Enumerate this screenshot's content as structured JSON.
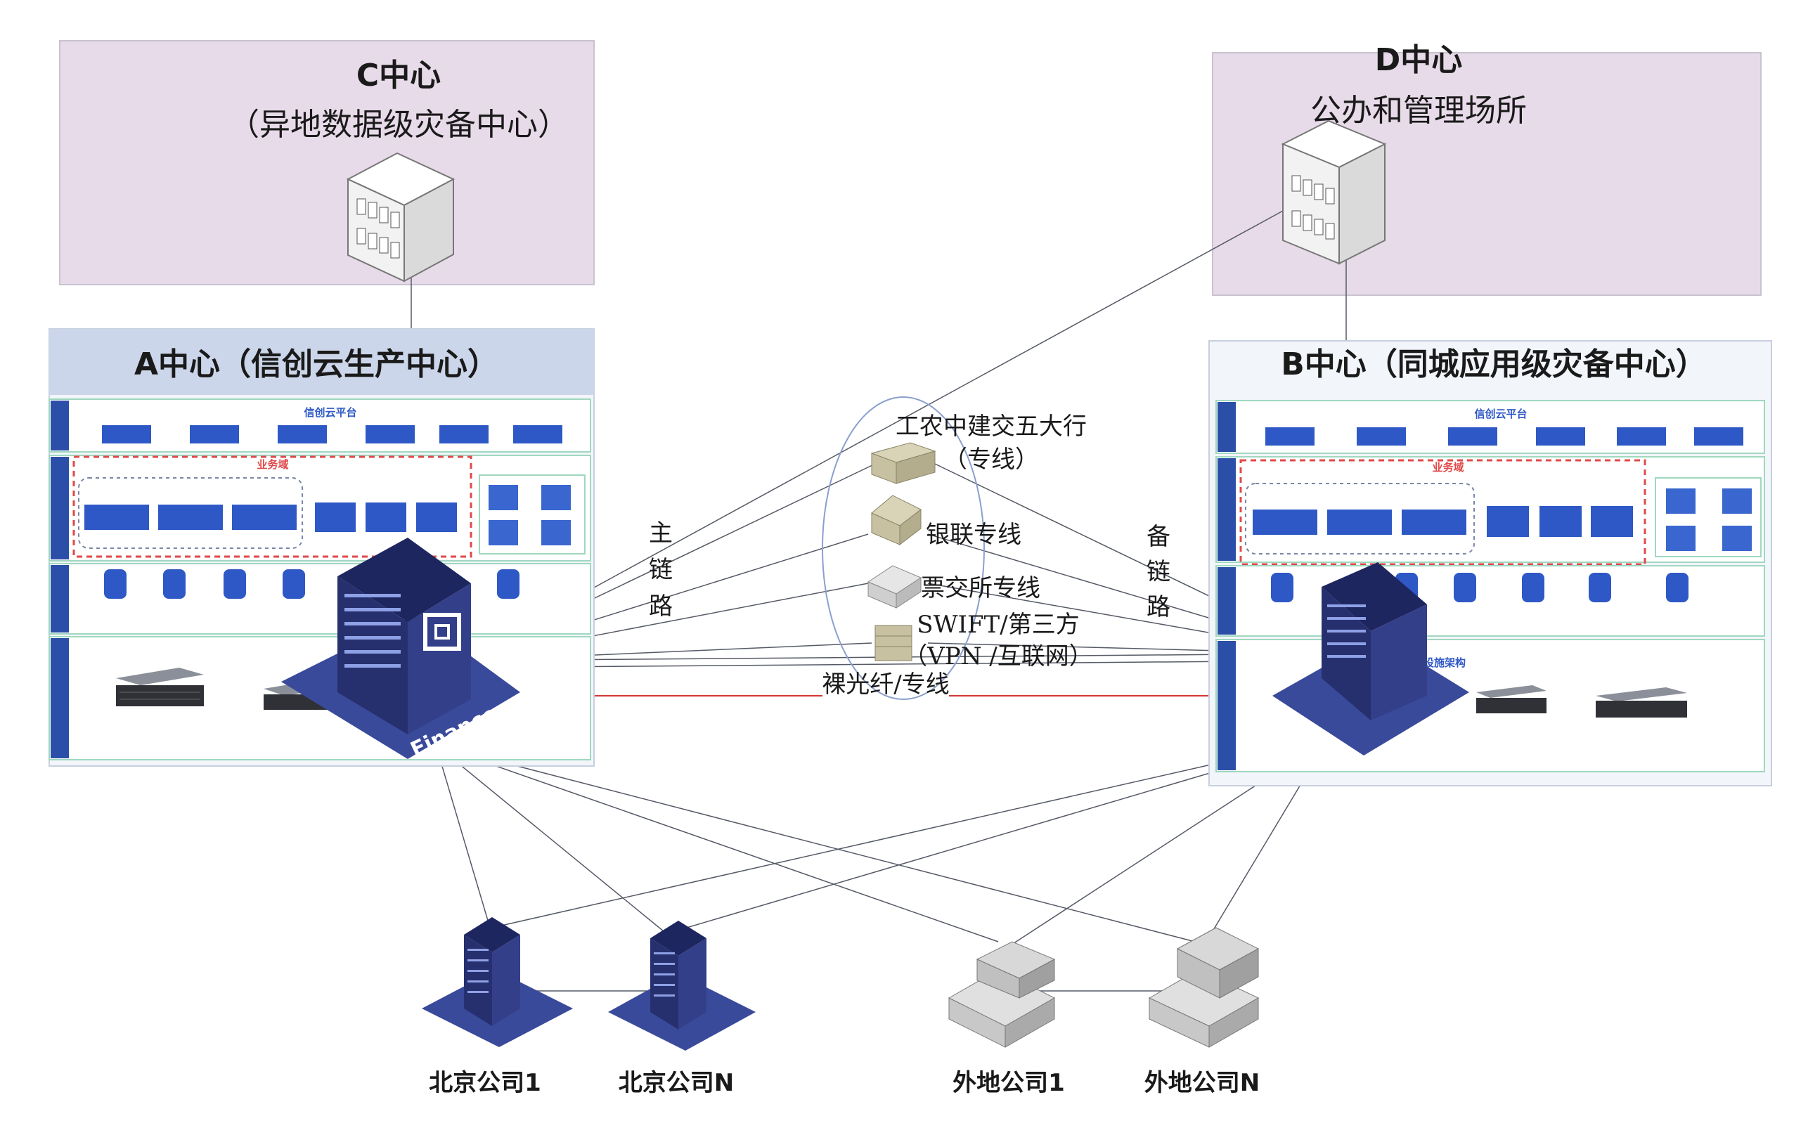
{
  "centers": {
    "c": {
      "title": "C中心",
      "subtitle": "（异地数据级灾备中心）"
    },
    "d": {
      "title": "D中心",
      "subtitle": "公办和管理场所"
    },
    "a": {
      "title": "A中心（信创云生产中心）",
      "platform": "信创云平台",
      "zone": "业务域",
      "logo": "Finance"
    },
    "b": {
      "title": "B中心（同城应用级灾备中心）",
      "platform": "信创云平台",
      "zone": "业务域",
      "storage": "统一基础设施架构"
    }
  },
  "links": {
    "main_link": [
      "主",
      "链",
      "路"
    ],
    "backup_link": [
      "备",
      "链",
      "路"
    ],
    "banks_line1": "工农中建交五大行",
    "banks_line2": "（专线）",
    "unionpay": "银联专线",
    "bill_exchange": "票交所专线",
    "swift_line1": "SWIFT/第三方",
    "swift_line2": "（VPN /互联网）",
    "fiber": "裸光纤/专线"
  },
  "branches": [
    "北京公司1",
    "北京公司N",
    "外地公司1",
    "外地公司N"
  ],
  "colors": {
    "purple_box": "#e8dbe9",
    "center_box": "#f2f5fa",
    "title_bar": "#ccd6ea",
    "chip_blue": "#2e58c6",
    "dashed_red": "#e14848",
    "fiber_red": "#d33a3a",
    "building_navy": "#27306e"
  }
}
